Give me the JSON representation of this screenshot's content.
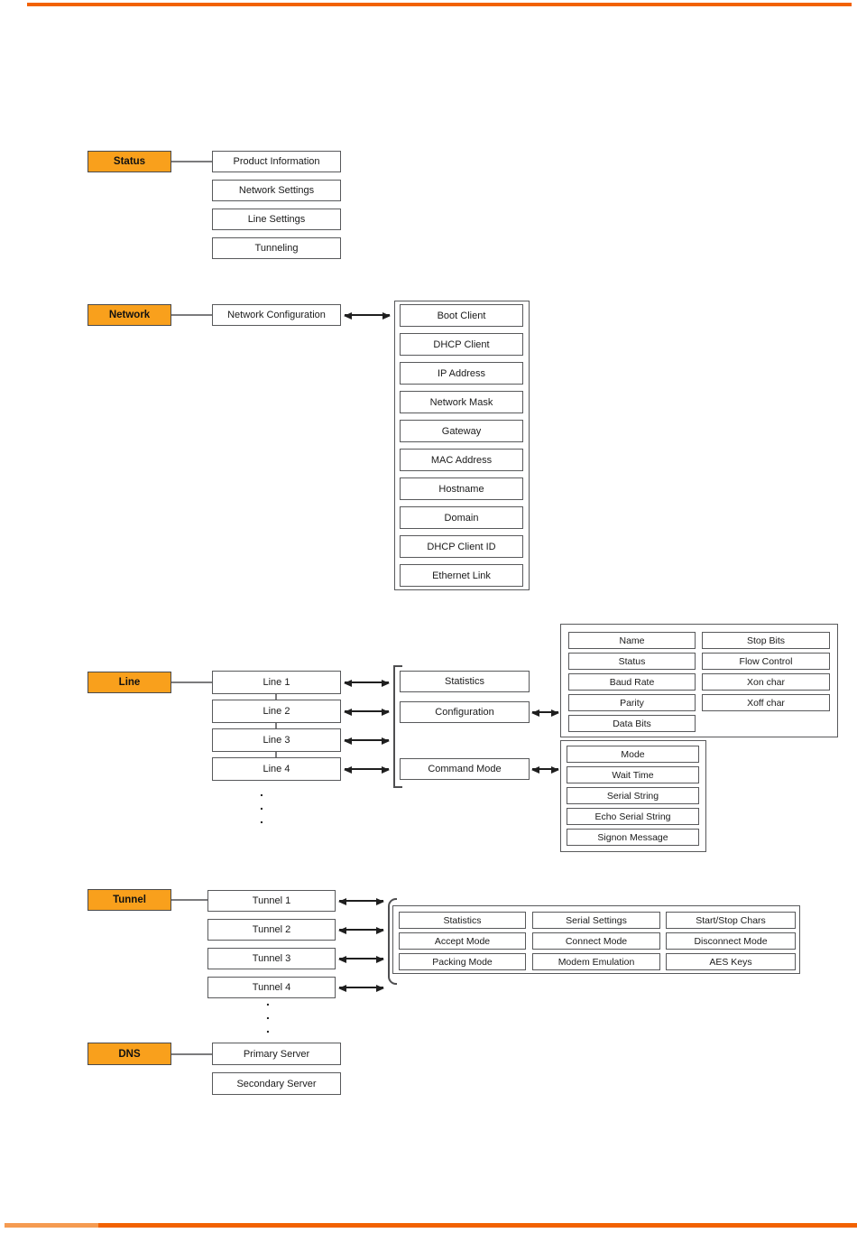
{
  "theme": {
    "accent_bar": "#F26201",
    "node_fill": "#F9A01C",
    "node_border": "#4A4A4C",
    "box_border": "#58595B",
    "line_color": "#7B7B7D",
    "arrow_color": "#1F1F1F"
  },
  "sections": {
    "status": {
      "label": "Status",
      "items": [
        "Product Information",
        "Network Settings",
        "Line Settings",
        "Tunneling"
      ]
    },
    "network": {
      "label": "Network",
      "node": "Network Configuration",
      "items": [
        "Boot Client",
        "DHCP Client",
        "IP Address",
        "Network Mask",
        "Gateway",
        "MAC Address",
        "Hostname",
        "Domain",
        "DHCP Client ID",
        "Ethernet Link"
      ]
    },
    "line": {
      "label": "Line",
      "instances": [
        "Line 1",
        "Line 2",
        "Line 3",
        "Line 4"
      ],
      "ellipsis": [
        ".",
        ".",
        "."
      ],
      "children": [
        "Statistics",
        "Configuration",
        "Command Mode"
      ],
      "configuration_left": [
        "Name",
        "Status",
        "Baud Rate",
        "Parity",
        "Data Bits"
      ],
      "configuration_right": [
        "Stop Bits",
        "Flow Control",
        "Xon char",
        "Xoff char"
      ],
      "command_mode_items": [
        "Mode",
        "Wait Time",
        "Serial String",
        "Echo Serial String",
        "Signon Message"
      ]
    },
    "tunnel": {
      "label": "Tunnel",
      "instances": [
        "Tunnel 1",
        "Tunnel 2",
        "Tunnel 3",
        "Tunnel 4"
      ],
      "ellipsis": [
        ".",
        ".",
        "."
      ],
      "grid": [
        [
          "Statistics",
          "Serial Settings",
          "Start/Stop Chars"
        ],
        [
          "Accept Mode",
          "Connect Mode",
          "Disconnect Mode"
        ],
        [
          "Packing Mode",
          "Modem Emulation",
          "AES Keys"
        ]
      ]
    },
    "dns": {
      "label": "DNS",
      "items": [
        "Primary Server",
        "Secondary Server"
      ]
    }
  }
}
